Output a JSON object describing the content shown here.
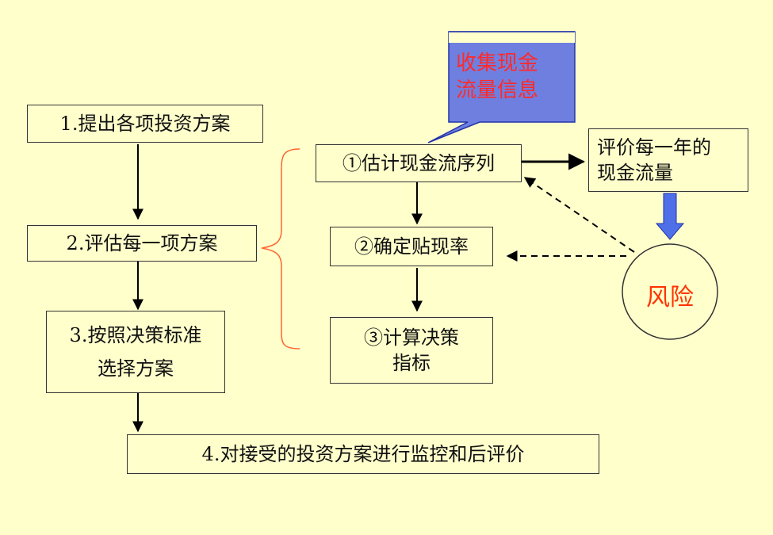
{
  "steps": {
    "step1": "1.提出各项投资方案",
    "step2": "2.评估每一项方案",
    "step3_line1": "3.按照决策标准",
    "step3_line2": "选择方案",
    "step4": "4.对接受的投资方案进行监控和后评价"
  },
  "substeps": {
    "sub1": "①估计现金流序列",
    "sub2": "②确定贴现率",
    "sub3_line1": "③计算决策",
    "sub3_line2": "指标"
  },
  "evaluate": {
    "line1": "评价每一年的",
    "line2": "现金流量"
  },
  "callout": {
    "line1": "收集现金",
    "line2": "流量信息"
  },
  "risk": "风险",
  "colors": {
    "background": "#ffffcc",
    "callout_fill": "#6f7fe0",
    "callout_text": "#ff2a2a",
    "brace": "#ff6633",
    "risk_text": "#ff3300",
    "down_arrow": "#4f6fe8"
  }
}
